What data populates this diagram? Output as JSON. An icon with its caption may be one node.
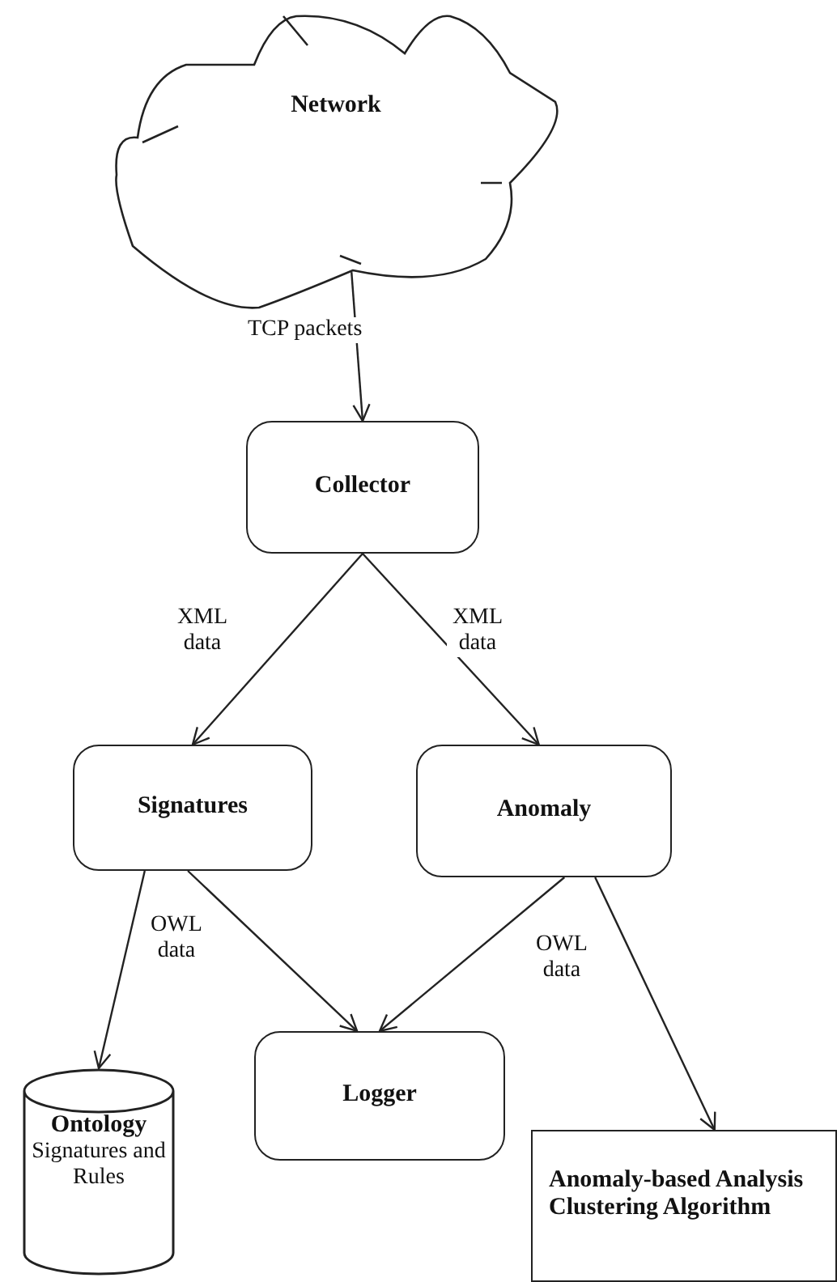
{
  "diagram": {
    "nodes": [
      {
        "text": [
          "Network"
        ]
      },
      {
        "text": [
          "Collector"
        ]
      },
      {
        "text": [
          "Signatures"
        ]
      },
      {
        "text": [
          "Anomaly"
        ]
      },
      {
        "text": [
          "Ontology",
          "Signatures and Rules"
        ]
      },
      {
        "text": [
          "Logger"
        ]
      },
      {
        "text": [
          "Anomaly-based Analysis Clustering Algorithm"
        ]
      }
    ],
    "edges": [
      {
        "from": 0,
        "to": 1,
        "arrow": "to",
        "label": "TCP packets"
      },
      {
        "from": 1,
        "to": 2,
        "arrow": "to",
        "label": "XML data"
      },
      {
        "from": 1,
        "to": 3,
        "arrow": "to",
        "label": "XML data"
      },
      {
        "from": 2,
        "to": 4,
        "arrow": "to",
        "label": "OWL data"
      },
      {
        "from": 2,
        "to": 5,
        "arrow": "to"
      },
      {
        "from": 3,
        "to": 5,
        "arrow": "to",
        "label": "OWL data"
      },
      {
        "from": 3,
        "to": 6,
        "arrow": "to"
      }
    ]
  }
}
